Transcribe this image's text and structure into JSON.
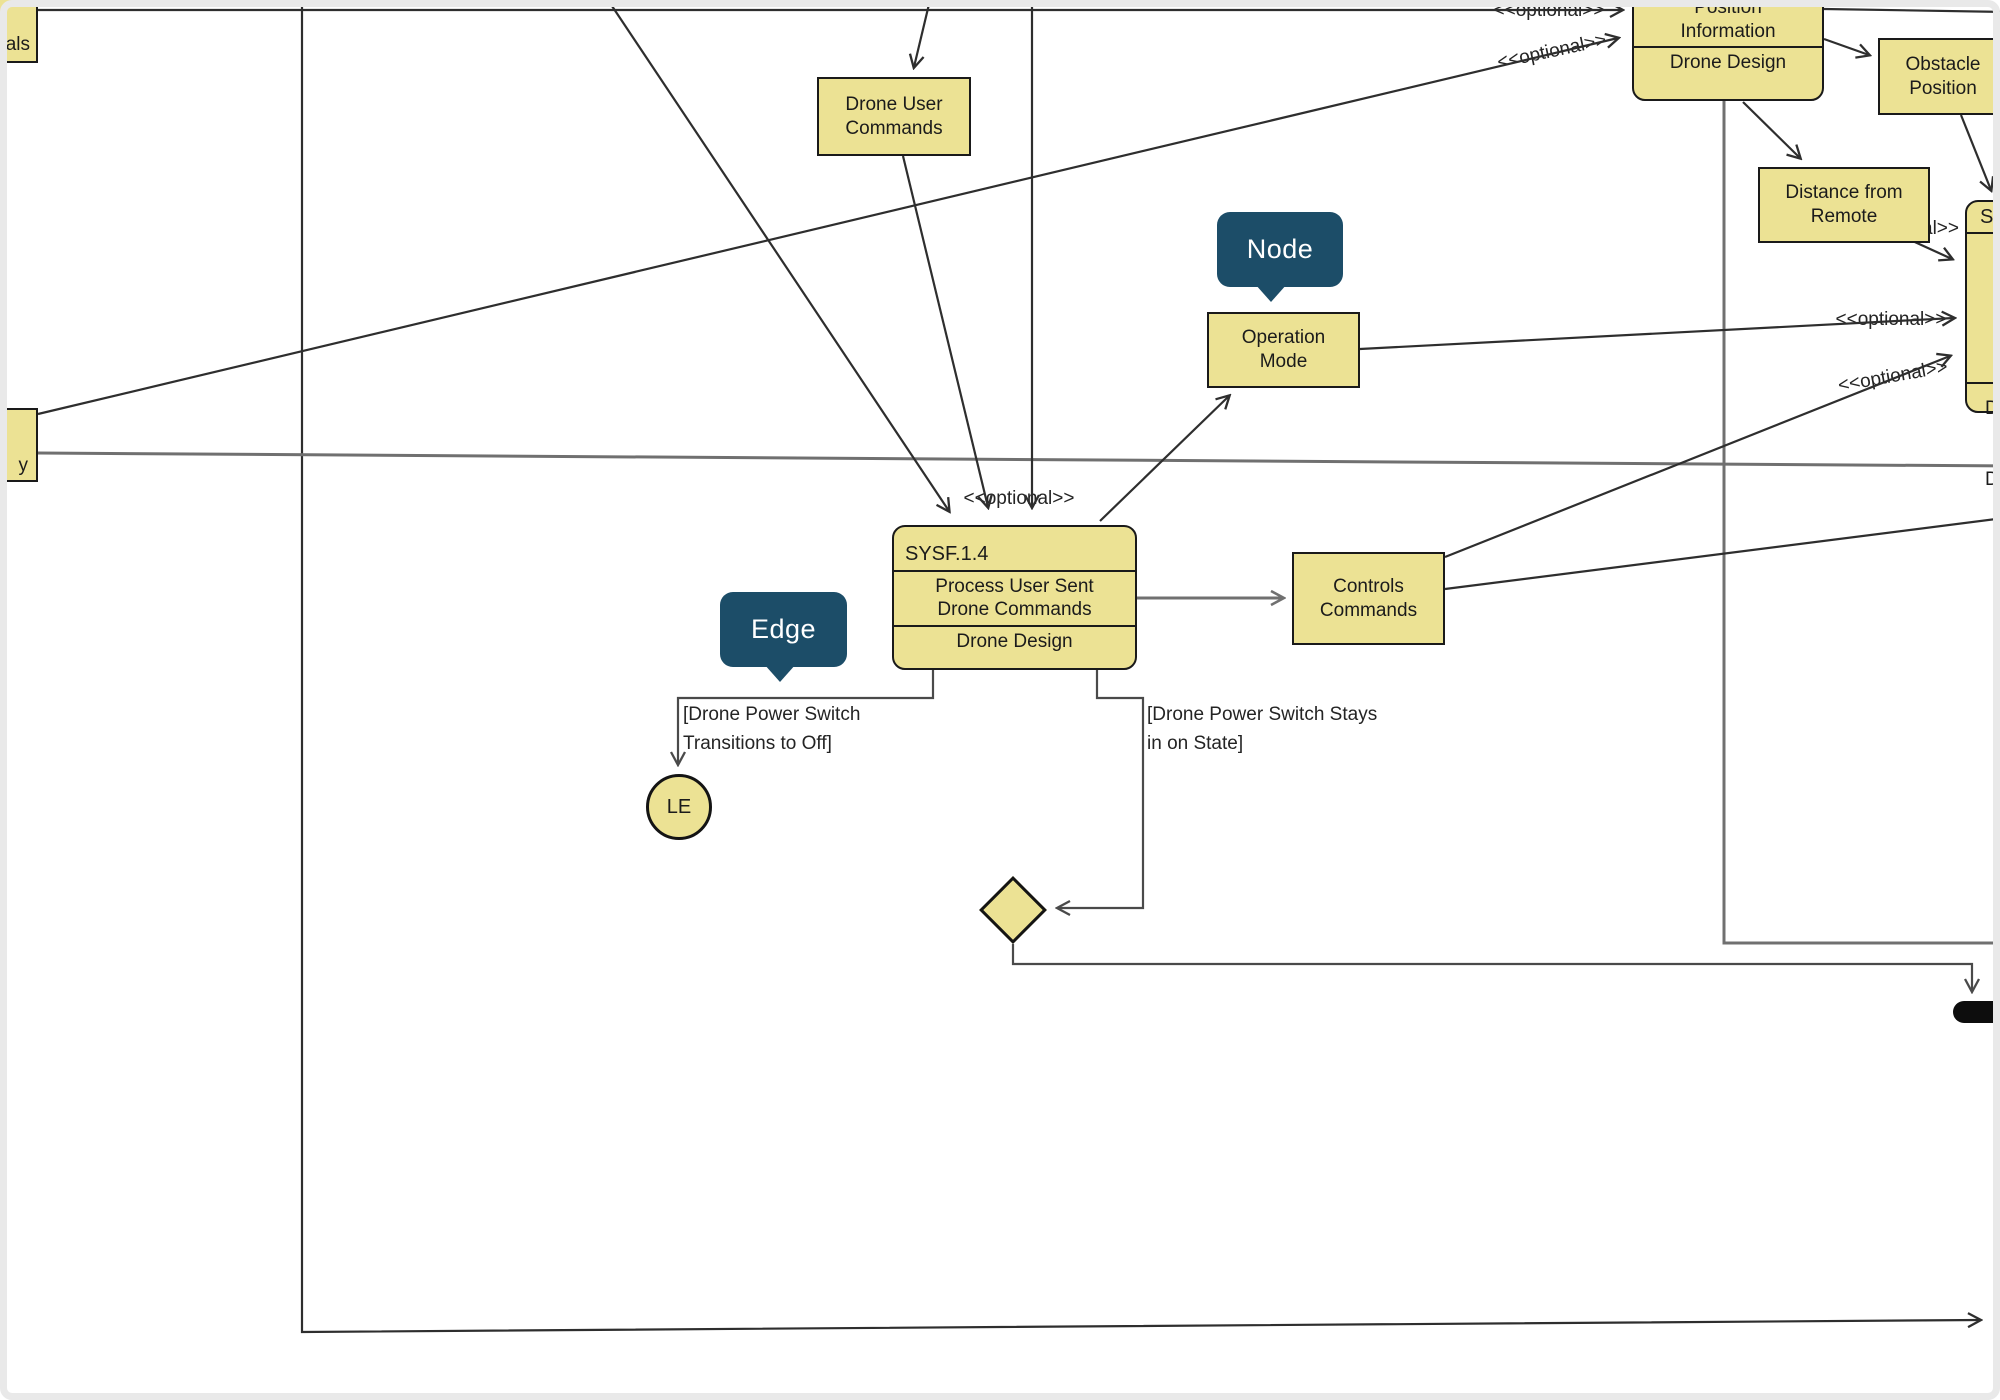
{
  "diagram": {
    "callouts": {
      "node": "Node",
      "edge": "Edge"
    },
    "stereotype": "<<optional>>",
    "fragments": {
      "als": "als",
      "y": "y",
      "sy_title": "SY",
      "sy_mid": "D",
      "sy_bottom": "D",
      "al_fragment": "al>>"
    },
    "nodes": {
      "drone_user_commands": {
        "line1": "Drone User",
        "line2": "Commands"
      },
      "position_information": {
        "line1": "Position",
        "line2": "Information",
        "compartment": "Drone Design"
      },
      "obstacle_position": {
        "line1": "Obstacle",
        "line2": "Position"
      },
      "distance_from_remote": {
        "line1": "Distance from",
        "line2": "Remote"
      },
      "operation_mode": {
        "line1": "Operation",
        "line2": "Mode"
      },
      "controls_commands": {
        "line1": "Controls",
        "line2": "Commands"
      },
      "sysf14": {
        "id": "SYSF.1.4",
        "name_line1": "Process User Sent",
        "name_line2": "Drone Commands",
        "allocation": "Drone Design"
      },
      "le_final": "LE"
    },
    "guards": {
      "off": {
        "line1": "[Drone Power Switch",
        "line2": "Transitions to Off]"
      },
      "on": {
        "line1": "[Drone Power Switch Stays",
        "line2": "in on State]"
      }
    },
    "colors": {
      "node_fill": "#ECE294",
      "node_border": "#1A1A1A",
      "callout_fill": "#1C4D68",
      "callout_text": "#FFFFFF",
      "edge_black": "#2E2E2E",
      "edge_gray": "#707070",
      "edge_dark": "#4A4A4A",
      "bar_fill": "#0D0D0D",
      "frame_border": "#E9E9E9"
    }
  }
}
